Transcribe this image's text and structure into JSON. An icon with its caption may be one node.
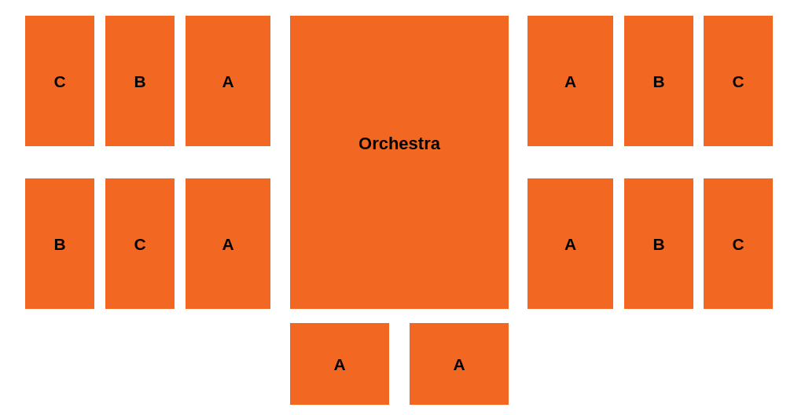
{
  "diagram": {
    "nodes": [
      {
        "text": [
          "C"
        ]
      },
      {
        "text": [
          "B"
        ]
      },
      {
        "text": [
          "A"
        ]
      },
      {
        "text": [
          "Orchestra"
        ]
      },
      {
        "text": [
          "A"
        ]
      },
      {
        "text": [
          "B"
        ]
      },
      {
        "text": [
          "C"
        ]
      },
      {
        "text": [
          "B"
        ]
      },
      {
        "text": [
          "C"
        ]
      },
      {
        "text": [
          "A"
        ]
      },
      {
        "text": [
          "A"
        ]
      },
      {
        "text": [
          "B"
        ]
      },
      {
        "text": [
          "C"
        ]
      },
      {
        "text": [
          "A"
        ]
      },
      {
        "text": [
          "A"
        ]
      }
    ]
  }
}
